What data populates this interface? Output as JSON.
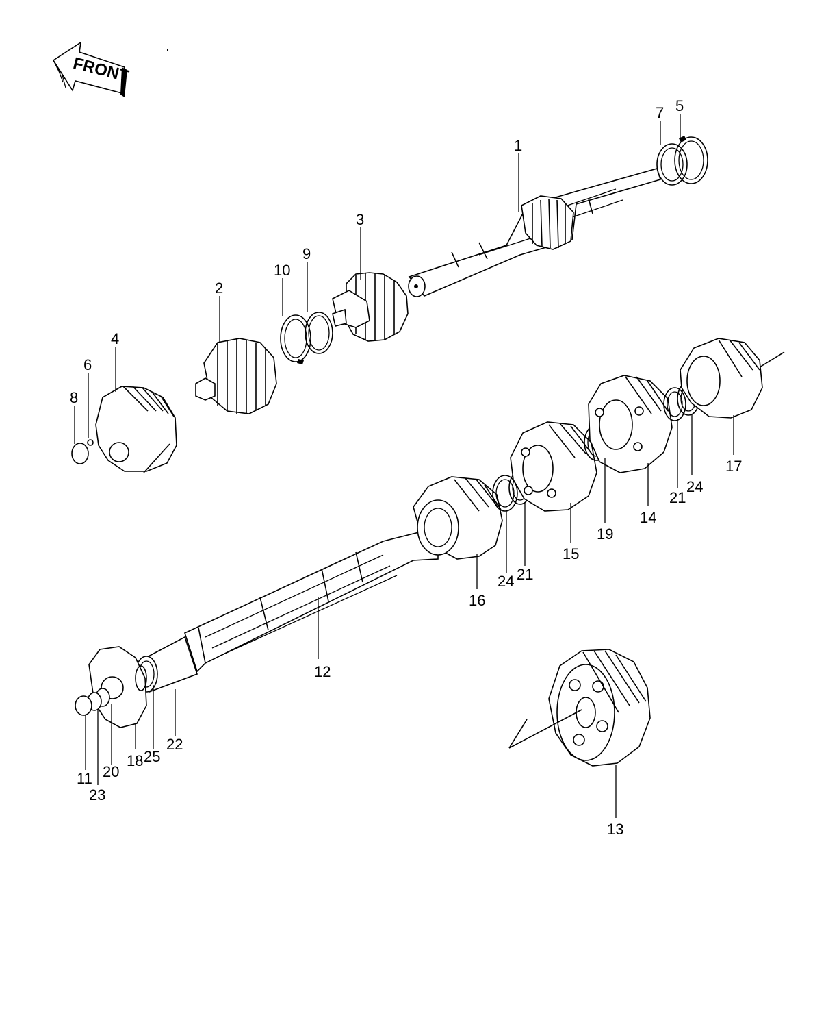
{
  "badge": {
    "text": "FRONT"
  },
  "callouts": [
    {
      "id": "1",
      "text": "1"
    },
    {
      "id": "2",
      "text": "2"
    },
    {
      "id": "3",
      "text": "3"
    },
    {
      "id": "4",
      "text": "4"
    },
    {
      "id": "5",
      "text": "5"
    },
    {
      "id": "6",
      "text": "6"
    },
    {
      "id": "7",
      "text": "7"
    },
    {
      "id": "8",
      "text": "8"
    },
    {
      "id": "9",
      "text": "9"
    },
    {
      "id": "10",
      "text": "10"
    },
    {
      "id": "11",
      "text": "11"
    },
    {
      "id": "12",
      "text": "12"
    },
    {
      "id": "13",
      "text": "13"
    },
    {
      "id": "14",
      "text": "14"
    },
    {
      "id": "15",
      "text": "15"
    },
    {
      "id": "16",
      "text": "16"
    },
    {
      "id": "17",
      "text": "17"
    },
    {
      "id": "18",
      "text": "18"
    },
    {
      "id": "19",
      "text": "19"
    },
    {
      "id": "20",
      "text": "20"
    },
    {
      "id": "21a",
      "text": "21"
    },
    {
      "id": "21b",
      "text": "21"
    },
    {
      "id": "22",
      "text": "22"
    },
    {
      "id": "23",
      "text": "23"
    },
    {
      "id": "24a",
      "text": "24"
    },
    {
      "id": "24b",
      "text": "24"
    },
    {
      "id": "25",
      "text": "25"
    }
  ]
}
